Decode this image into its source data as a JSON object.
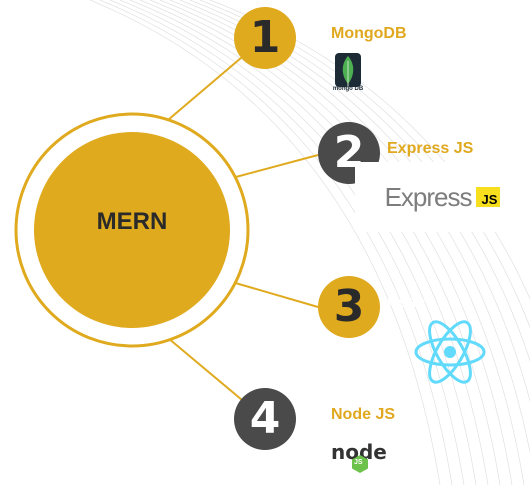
{
  "center": {
    "label": "MERN"
  },
  "items": [
    {
      "number": "1",
      "name": "MongoDB",
      "logo_caption": "mongo DB"
    },
    {
      "number": "2",
      "name": "Express JS",
      "logo_word": "Express",
      "logo_badge": "JS"
    },
    {
      "number": "3",
      "name": "React"
    },
    {
      "number": "4",
      "name": "Node JS",
      "logo_word": "node",
      "logo_badge": "JS"
    }
  ],
  "colors": {
    "gold": "#e0aa1f",
    "dark": "#4a4a4a",
    "react": "#61dafb",
    "mongo_green": "#4caf50",
    "node_green": "#6cc24a",
    "js_yellow": "#f7df1e"
  }
}
